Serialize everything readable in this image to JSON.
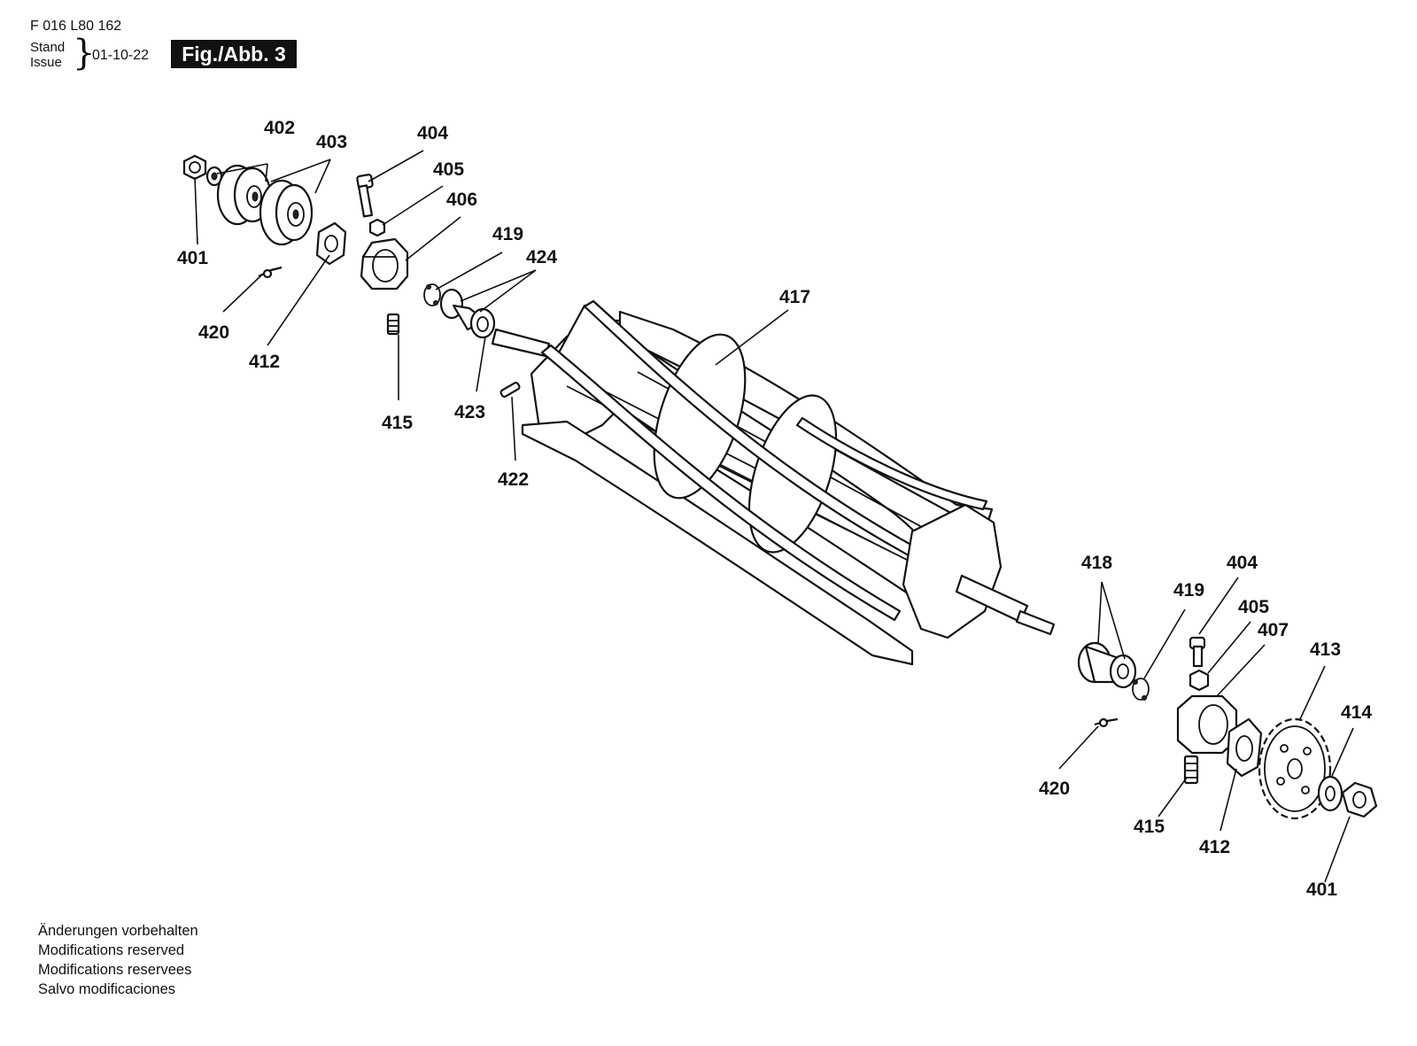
{
  "header": {
    "part_code": "F 016 L80 162",
    "stand_label": "Stand",
    "issue_label": "Issue",
    "brace": "}",
    "date": "01-10-22",
    "figure": "Fig./Abb. 3"
  },
  "labels": {
    "p401a": "401",
    "p402": "402",
    "p403": "403",
    "p404a": "404",
    "p405a": "405",
    "p406": "406",
    "p419a": "419",
    "p424": "424",
    "p420a": "420",
    "p412a": "412",
    "p415a": "415",
    "p423": "423",
    "p422": "422",
    "p417": "417",
    "p418": "418",
    "p419b": "419",
    "p404b": "404",
    "p405b": "405",
    "p407": "407",
    "p413": "413",
    "p414": "414",
    "p420b": "420",
    "p415b": "415",
    "p412b": "412",
    "p401b": "401"
  },
  "footer": {
    "line1": "Änderungen vorbehalten",
    "line2": "Modifications reserved",
    "line3": "Modifications reservees",
    "line4": "Salvo modificaciones"
  }
}
